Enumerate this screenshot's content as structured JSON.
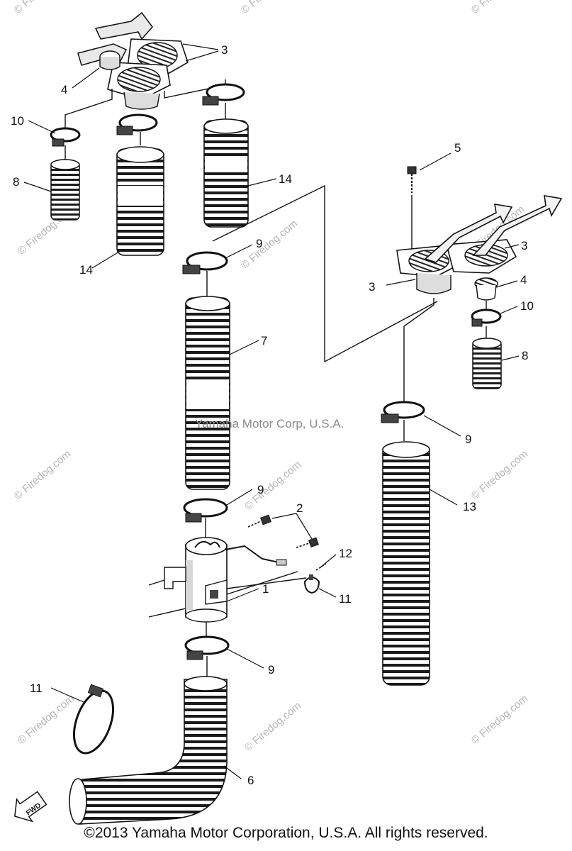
{
  "copyright": "©2013 Yamaha Motor Corporation, U.S.A. All rights reserved.",
  "center_watermark": "Yamaha Motor Corp, U.S.A.",
  "watermark_text": "© Firedog.com",
  "fwd_label": "FWD",
  "callouts": {
    "c1": "1",
    "c2": "2",
    "c3a": "3",
    "c3b": "3",
    "c3c": "3",
    "c4a": "4",
    "c4b": "4",
    "c5": "5",
    "c6": "6",
    "c7": "7",
    "c8a": "8",
    "c8b": "8",
    "c9a": "9",
    "c9b": "9",
    "c9c": "9",
    "c9d": "9",
    "c10a": "10",
    "c10b": "10",
    "c11a": "11",
    "c11b": "11",
    "c12": "12",
    "c13": "13",
    "c14a": "14",
    "c14b": "14"
  }
}
